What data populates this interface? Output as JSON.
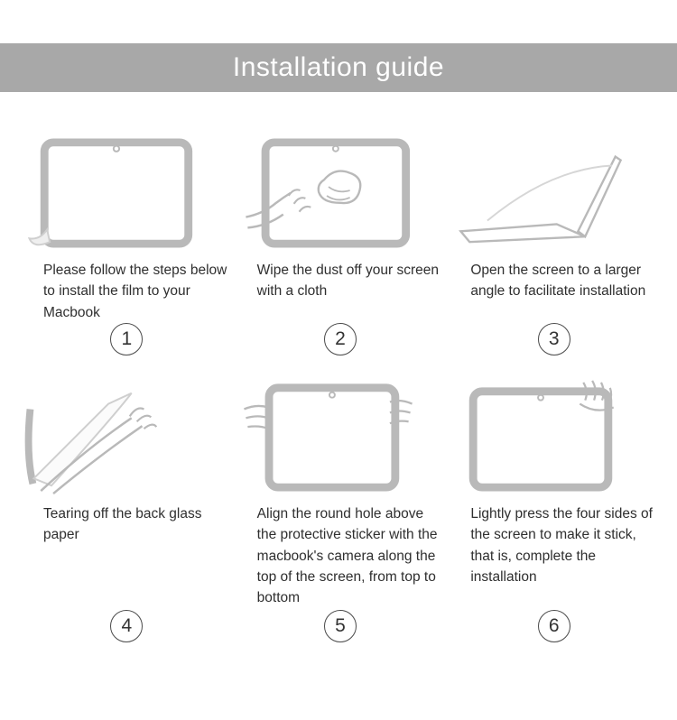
{
  "header": {
    "title": "Installation guide"
  },
  "colors": {
    "header_bg": "#a8a8a8",
    "line_art": "#b9b9b9",
    "text": "#2f2f2f"
  },
  "steps": [
    {
      "number": "1",
      "illustration": "macbook-film-peel-illustration",
      "text": "Please follow the steps below to install the film to your Macbook"
    },
    {
      "number": "2",
      "illustration": "wipe-cloth-illustration",
      "text": "Wipe the dust off your screen with a cloth"
    },
    {
      "number": "3",
      "illustration": "open-laptop-illustration",
      "text": "Open the screen to a larger angle to facilitate installation"
    },
    {
      "number": "4",
      "illustration": "tear-backing-illustration",
      "text": "Tearing off the back glass paper"
    },
    {
      "number": "5",
      "illustration": "align-screen-illustration",
      "text": "Align the round hole above the protective sticker with the macbook's camera along the top of the screen, from top to bottom"
    },
    {
      "number": "6",
      "illustration": "press-edges-illustration",
      "text": "Lightly press the four sides of the screen to make it stick, that is, complete the installation"
    }
  ]
}
